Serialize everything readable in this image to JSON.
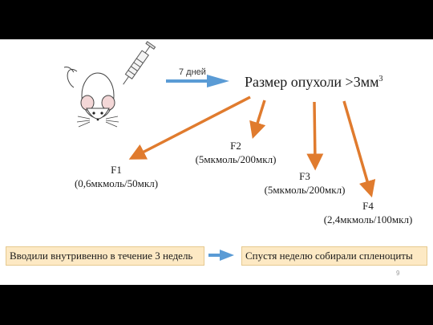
{
  "step": {
    "duration_label": "7 дней",
    "result_label": "Размер опухоли >3мм",
    "result_superscript": "3"
  },
  "groups": [
    {
      "name": "F1",
      "dose": "(0,6мкмоль/50мкл)"
    },
    {
      "name": "F2",
      "dose": "(5мкмоль/200мкл)"
    },
    {
      "name": "F3",
      "dose": "(5мкмоль/200мкл)"
    },
    {
      "name": "F4",
      "dose": "(2,4мкмоль/100мкл)"
    }
  ],
  "bottom": {
    "left_box": "Вводили внутривенно в течение 3 недель",
    "right_box": "Спустя неделю собирали спленоциты"
  },
  "page_number": "9",
  "colors": {
    "orange_arrow": "#e07b2e",
    "blue_arrow": "#5a9bd5",
    "box_fill": "#fde9c4"
  },
  "icons": [
    "mouse-icon",
    "syringe-icon"
  ]
}
